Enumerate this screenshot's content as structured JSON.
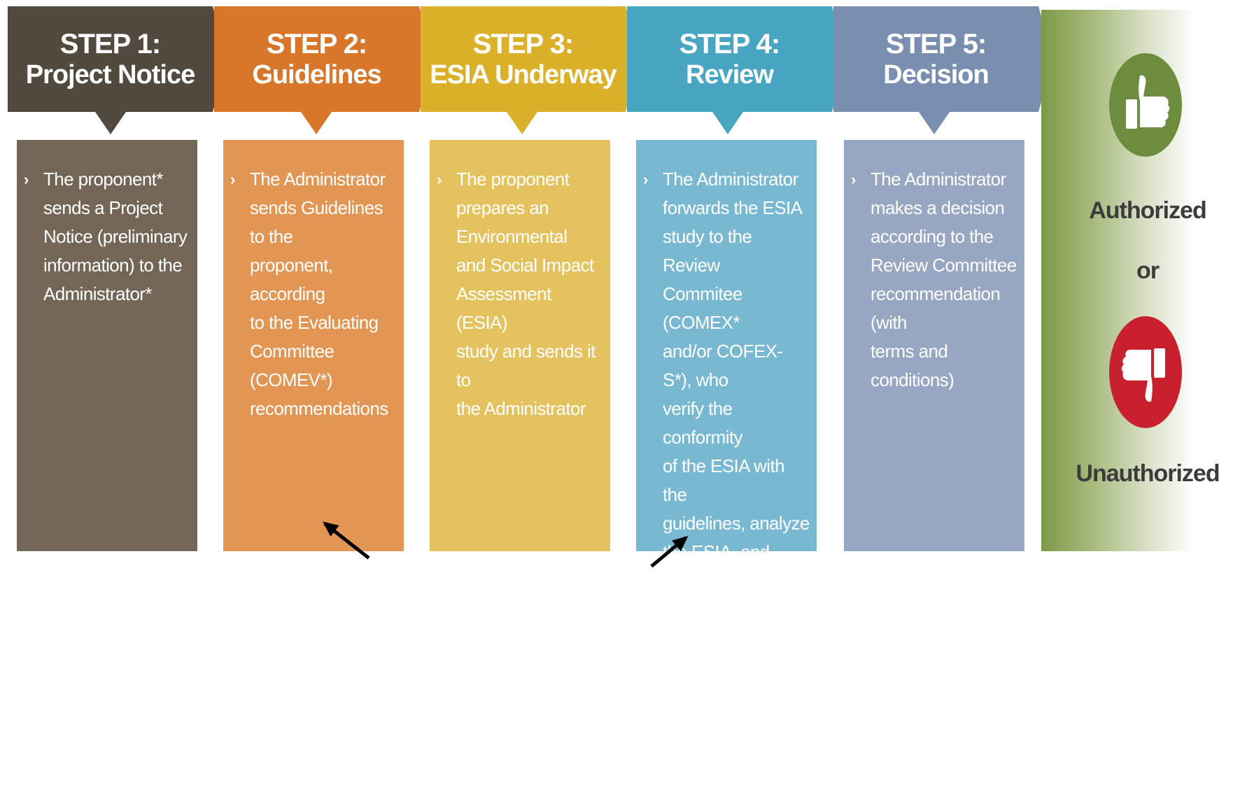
{
  "steps": [
    {
      "title": "STEP 1:",
      "name": "Project Notice",
      "color": "#524a3f",
      "box_color": "#736656",
      "text": "The proponent*\nsends a Project\nNotice (preliminary\ninformation) to the\nAdministrator*"
    },
    {
      "title": "STEP 2:",
      "name": "Guidelines",
      "color": "#d8772a",
      "box_color": "#e29653",
      "text": "The Administrator\nsends Guidelines to the\nproponent, according\nto the Evaluating\nCommittee (COMEV*)\nrecommendations"
    },
    {
      "title": "STEP 3:",
      "name": "ESIA Underway",
      "color": "#dbb12a",
      "box_color": "#e4c35e",
      "text": "The proponent\nprepares an\nEnvironmental\nand Social Impact\nAssessment (ESIA)\nstudy and sends it to\nthe Administrator"
    },
    {
      "title": "STEP 4:",
      "name": "Review",
      "color": "#48a6c3",
      "box_color": "#78b9d1",
      "text": "The Administrator\nforwards the ESIA\nstudy to the Review\nCommitee (COMEX*\nand/or COFEX-S*), who\nverify the conformity\nof the ESIA with the\nguidelines, analyze\nthe ESIA, and make\na recommendation to\nthe Administrator on\nwhether the project\nshould proceed or not"
    },
    {
      "title": "STEP 5:",
      "name": "Decision",
      "color": "#7a8fb0",
      "box_color": "#97a6c1",
      "text": "The Administrator\nmakes a decision\naccording to the\nReview Committee\nrecommendation (with\nterms and conditions)"
    }
  ],
  "bullet_glyph": "›",
  "outcomes": {
    "authorized": "Authorized",
    "or": "or",
    "unauthorized": "Unauthorized",
    "authorized_color": "#6e8c3e",
    "unauthorized_color": "#c8202e"
  },
  "icons": {
    "approve": "thumbs-up-icon",
    "reject": "thumbs-down-icon"
  }
}
